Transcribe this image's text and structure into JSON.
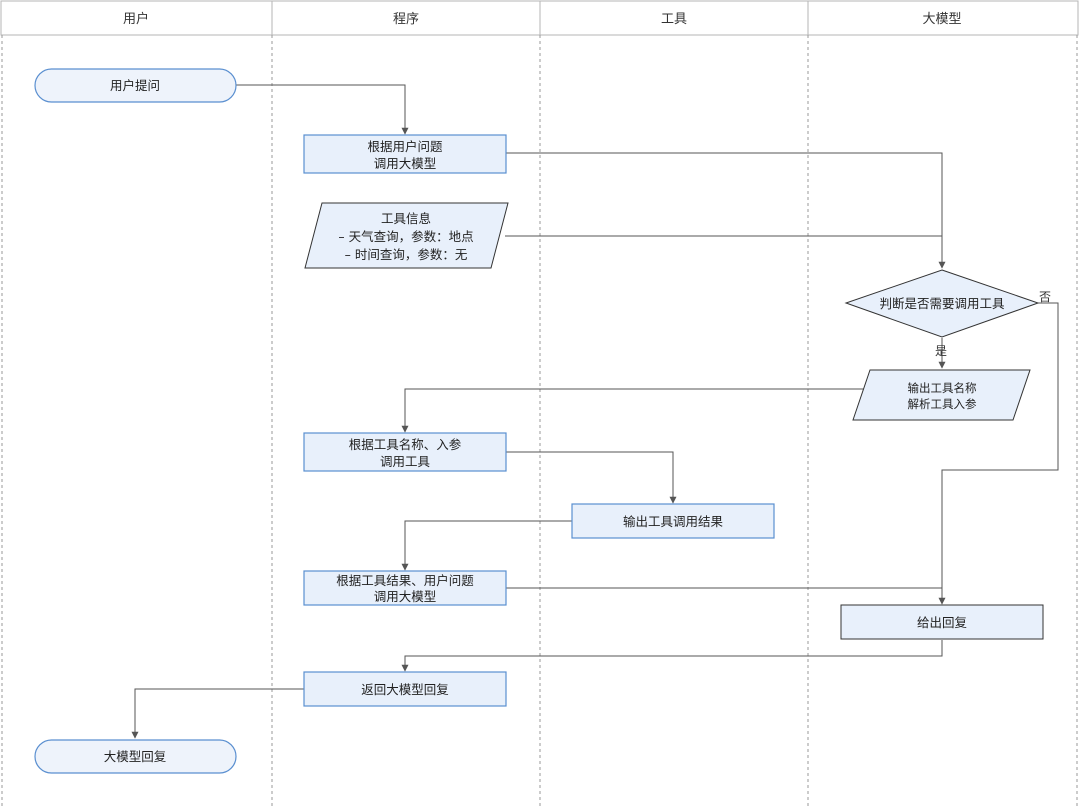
{
  "lanes": [
    {
      "id": "user",
      "title": "用户"
    },
    {
      "id": "program",
      "title": "程序"
    },
    {
      "id": "tool",
      "title": "工具"
    },
    {
      "id": "llm",
      "title": "大模型"
    }
  ],
  "nodes": {
    "user_question": "用户提问",
    "call_llm": {
      "line1": "根据用户问题",
      "line2": "调用大模型"
    },
    "tool_info": {
      "line1": "工具信息",
      "line2": "– 天气查询，参数：地点",
      "line3": "– 时间查询，参数：无"
    },
    "decide": "判断是否需要调用工具",
    "output_tool": {
      "line1": "输出工具名称",
      "line2": "解析工具入参"
    },
    "call_tool": {
      "line1": "根据工具名称、入参",
      "line2": "调用工具"
    },
    "tool_result": "输出工具调用结果",
    "call_llm_again": {
      "line1": "根据工具结果、用户问题",
      "line2": "调用大模型"
    },
    "give_reply": "给出回复",
    "return_reply": "返回大模型回复",
    "llm_reply": "大模型回复"
  },
  "edge_labels": {
    "yes": "是",
    "no": "否"
  },
  "colors": {
    "node_fill": "#e8f0fb",
    "node_stroke": "#5a8fd0",
    "rounded_fill": "#eef3fb",
    "parallelogram_fill": "#e8f0fb",
    "dark_stroke": "#333333",
    "edge": "#555555",
    "lane_divider": "#9a9a9a"
  }
}
